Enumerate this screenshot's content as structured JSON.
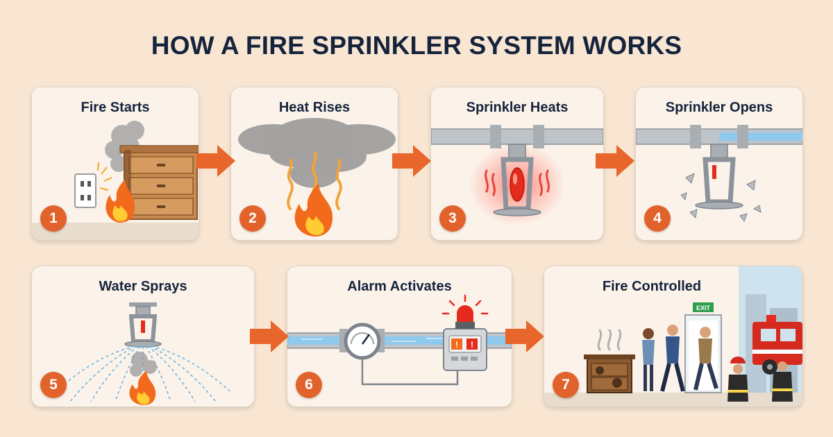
{
  "title": "HOW A FIRE SPRINKLER SYSTEM WORKS",
  "colors": {
    "background": "#f8e6d2",
    "accent": "#e2622b",
    "title": "#15233c",
    "card": "#fbf3ea"
  },
  "steps": [
    {
      "number": "1",
      "label": "Fire Starts"
    },
    {
      "number": "2",
      "label": "Heat Rises"
    },
    {
      "number": "3",
      "label": "Sprinkler Heats"
    },
    {
      "number": "4",
      "label": "Sprinkler Opens"
    },
    {
      "number": "5",
      "label": "Water Sprays"
    },
    {
      "number": "6",
      "label": "Alarm Activates"
    },
    {
      "number": "7",
      "label": "Fire Controlled"
    }
  ],
  "exit_sign": "EXIT"
}
